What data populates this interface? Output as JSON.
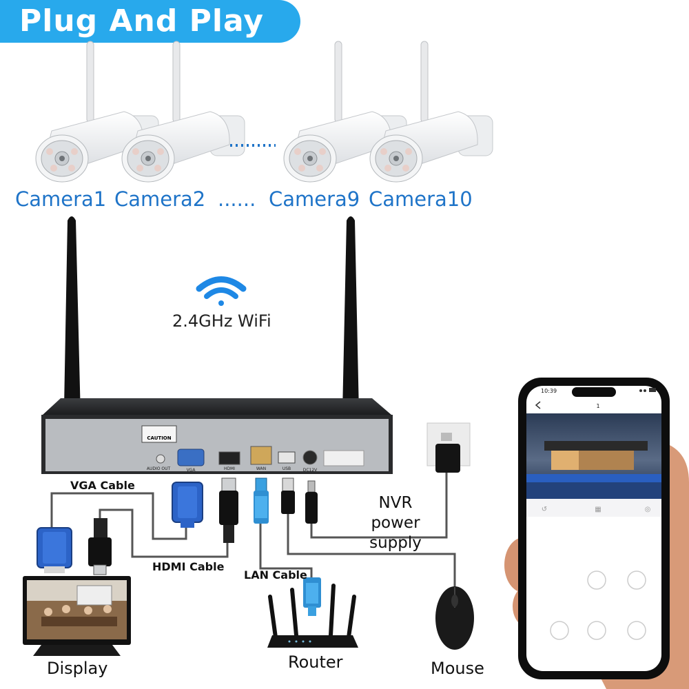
{
  "banner": {
    "title": "Plug And Play"
  },
  "cameras": [
    {
      "label": "Camera1"
    },
    {
      "label": "Camera2"
    },
    {
      "label": "Camera9"
    },
    {
      "label": "Camera10"
    }
  ],
  "camera_ellipsis": "......",
  "wifi": {
    "label": "2.4GHz WiFi"
  },
  "nvr": {
    "caution": "CAUTION",
    "ports": [
      "AUDIO OUT",
      "VGA",
      "HDMI",
      "WAN",
      "USB",
      "DC12V"
    ]
  },
  "cables": {
    "vga": "VGA Cable",
    "hdmi": "HDMI Cable",
    "lan": "LAN Cable"
  },
  "power": {
    "line1": "NVR power",
    "line2": "supply"
  },
  "devices": {
    "display": "Display",
    "router": "Router",
    "mouse": "Mouse"
  },
  "phone": {
    "time": "10:39",
    "title": "1"
  }
}
